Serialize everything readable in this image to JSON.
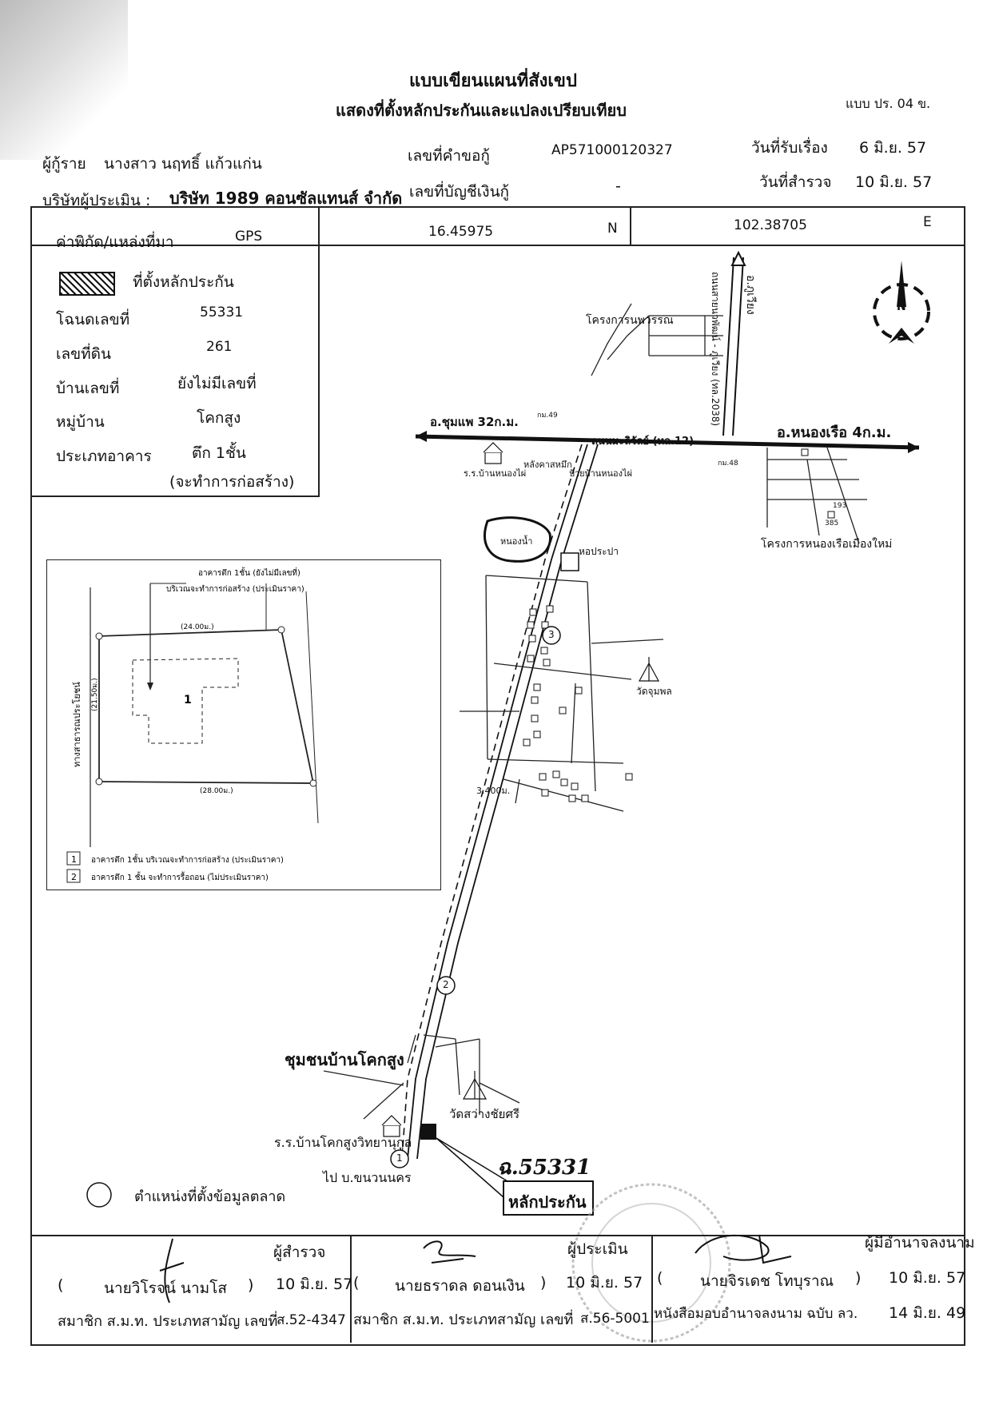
{
  "header": {
    "title": "แบบเขียนแผนที่สังเขป",
    "subtitle": "แสดงที่ตั้งหลักประกันและแปลงเปรียบเทียบ",
    "form_code": "แบบ ปร. 04 ข."
  },
  "info": {
    "borrower_label": "ผู้กู้ราย",
    "borrower_name": "นางสาว นฤทธิ์  แก้วแก่น",
    "loan_request_label": "เลขที่คำขอกู้",
    "loan_request_no": "AP571000120327",
    "received_label": "วันที่รับเรื่อง",
    "received_date": "6 มิ.ย. 57",
    "appraiser_company_label": "บริษัทผู้ประเมิน :",
    "appraiser_company": "บริษัท 1989 คอนซัลแทนส์ จำกัด",
    "loan_account_label": "เลขที่บัญชีเงินกู้",
    "loan_account_no": "-",
    "survey_label": "วันที่สำรวจ",
    "survey_date": "10 มิ.ย. 57"
  },
  "coords": {
    "label": "ค่าพิกัด/แหล่งที่มา",
    "source": "GPS",
    "lat": "16.45975",
    "lat_dir": "N",
    "lon": "102.38705",
    "lon_dir": "E"
  },
  "property": {
    "legend_label": "ที่ตั้งหลักประกัน",
    "deed_label": "โฉนดเลขที่",
    "deed_no": "55331",
    "land_label": "เลขที่ดิน",
    "land_no": "261",
    "house_label": "บ้านเลขที่",
    "house_no": "ยังไม่มีเลขที่",
    "village_label": "หมู่บ้าน",
    "village": "โคกสูง",
    "building_label": "ประเภทอาคาร",
    "building_type": "ตึก 1ชั้น",
    "building_note": "(จะทำการก่อสร้าง)"
  },
  "plan": {
    "callout_1": "อาคารตึก 1ชั้น (ยังไม่มีเลขที่)",
    "callout_2": "บริเวณจะทำการก่อสร้าง (ประเมินราคา)",
    "dim_top": "(24.00ม.)",
    "dim_bottom": "(28.00ม.)",
    "dim_left": "(21.50ม.)",
    "road_label": "ทางสาธารณประโยชน์",
    "building_no": "1",
    "legend": [
      {
        "no": "1",
        "text": "อาคารตึก 1ชั้น บริเวณจะทำการก่อสร้าง (ประเมินราคา)"
      },
      {
        "no": "2",
        "text": "อาคารตึก 1 ชั้น จะทำการรื้อถอน (ไม่ประเมินราคา)"
      }
    ]
  },
  "map": {
    "north": "N",
    "road_vertical": "ถนนสายนวพัฒน์ - ภูเวียง (ทล.2038)",
    "to_phuwiang": "อ.ภูเวียง",
    "to_chumphae": "อ.ชุมแพ 32ก.ม.",
    "to_nongruea": "อ.หนองเรือ 4ก.ม.",
    "highway": "ถนนมะลิวัลย์ (ทล.12)",
    "km49": "กม.49",
    "km48": "กม.48",
    "project_top": "โครงการนพวรรณ",
    "project_bottom": "โครงการหนองเรือเมืองใหม่",
    "school_top": "ร.ร.บ้านหนองไผ่",
    "warehouse": "หลังคาสหมึก",
    "bus_stop": "ป้ายบ้านหนองไผ่",
    "pond": "หนองน้ำ",
    "water_tower": "หอประปา",
    "temple_1": "วัดจุมพล",
    "temple_2": "วัดสว่างชัยศรี",
    "distance": "3.400ม.",
    "lot_193": "193",
    "lot_385": "385",
    "community": "ชุมชนบ้านโคกสูง",
    "school_bottom": "ร.ร.บ้านโคกสูงวิทยานุกูล",
    "to_khonnakhon": "ไป บ.ขนวนนคร",
    "collateral": "หลักประกัน",
    "handwritten_deed": "ฉ.55331",
    "market_ref": "ตำแหน่งที่ตั้งข้อมูลตลาด",
    "marker_1": "1",
    "marker_2": "2",
    "marker_3": "3"
  },
  "signatures": {
    "surveyor_title": "ผู้สำรวจ",
    "surveyor_open": "(",
    "surveyor_name": "นายวิโรจน์  นามโส",
    "surveyor_close": ")",
    "surveyor_date": "10 มิ.ย. 57",
    "surveyor_member": "สมาชิก ส.ม.ท. ประเภทสามัญ เลขที่",
    "surveyor_member_no": "ส.52-4347",
    "appraiser_title": "ผู้ประเมิน",
    "appraiser_open": "(",
    "appraiser_name": "นายธราดล ดอนเงิน",
    "appraiser_close": ")",
    "appraiser_date": "10 มิ.ย. 57",
    "appraiser_member": "สมาชิก ส.ม.ท. ประเภทสามัญ เลขที่",
    "appraiser_member_no": "ส.56-5001",
    "authorized_title": "ผู้มีอำนาจลงนาม",
    "authorized_open": "(",
    "authorized_name": "นายจิรเดช โทบุราณ",
    "authorized_close": ")",
    "authorized_date": "10 มิ.ย. 57",
    "authorized_letter": "หนังสือมอบอำนาจลงนาม ฉบับ ลว.",
    "authorized_letter_date": "14 มิ.ย. 49"
  }
}
